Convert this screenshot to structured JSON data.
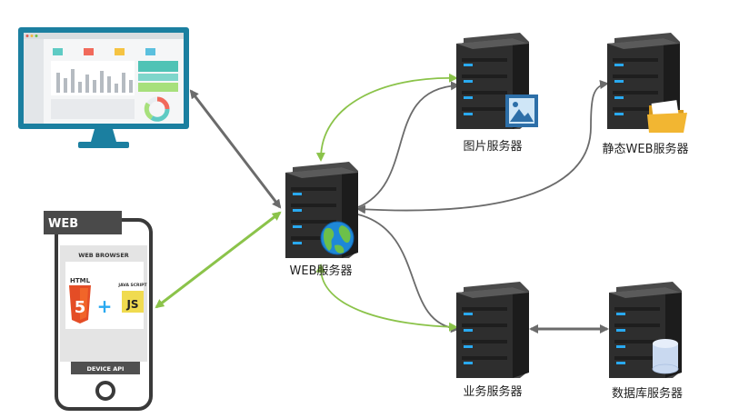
{
  "nodes": {
    "web_server": {
      "label": "WEB服务器"
    },
    "image_server": {
      "label": "图片服务器"
    },
    "static_server": {
      "label": "静态WEB服务器"
    },
    "business_server": {
      "label": "业务服务器"
    },
    "database_server": {
      "label": "数据库服务器"
    }
  },
  "mobile": {
    "tag": "WEB",
    "browser_label": "WEB BROWSER",
    "html_label": "HTML",
    "plus": "+",
    "js_caption": "JAVA SCRIPT",
    "js_label": "JS",
    "device_api_label": "DEVICE API",
    "html5_number": "5"
  },
  "colors": {
    "green_arrow": "#8bc34a",
    "gray_arrow": "#6b6b6b",
    "server_body": "#2e2e2e",
    "server_light": "#29a9f0",
    "monitor_frame": "#1b7fa0"
  }
}
